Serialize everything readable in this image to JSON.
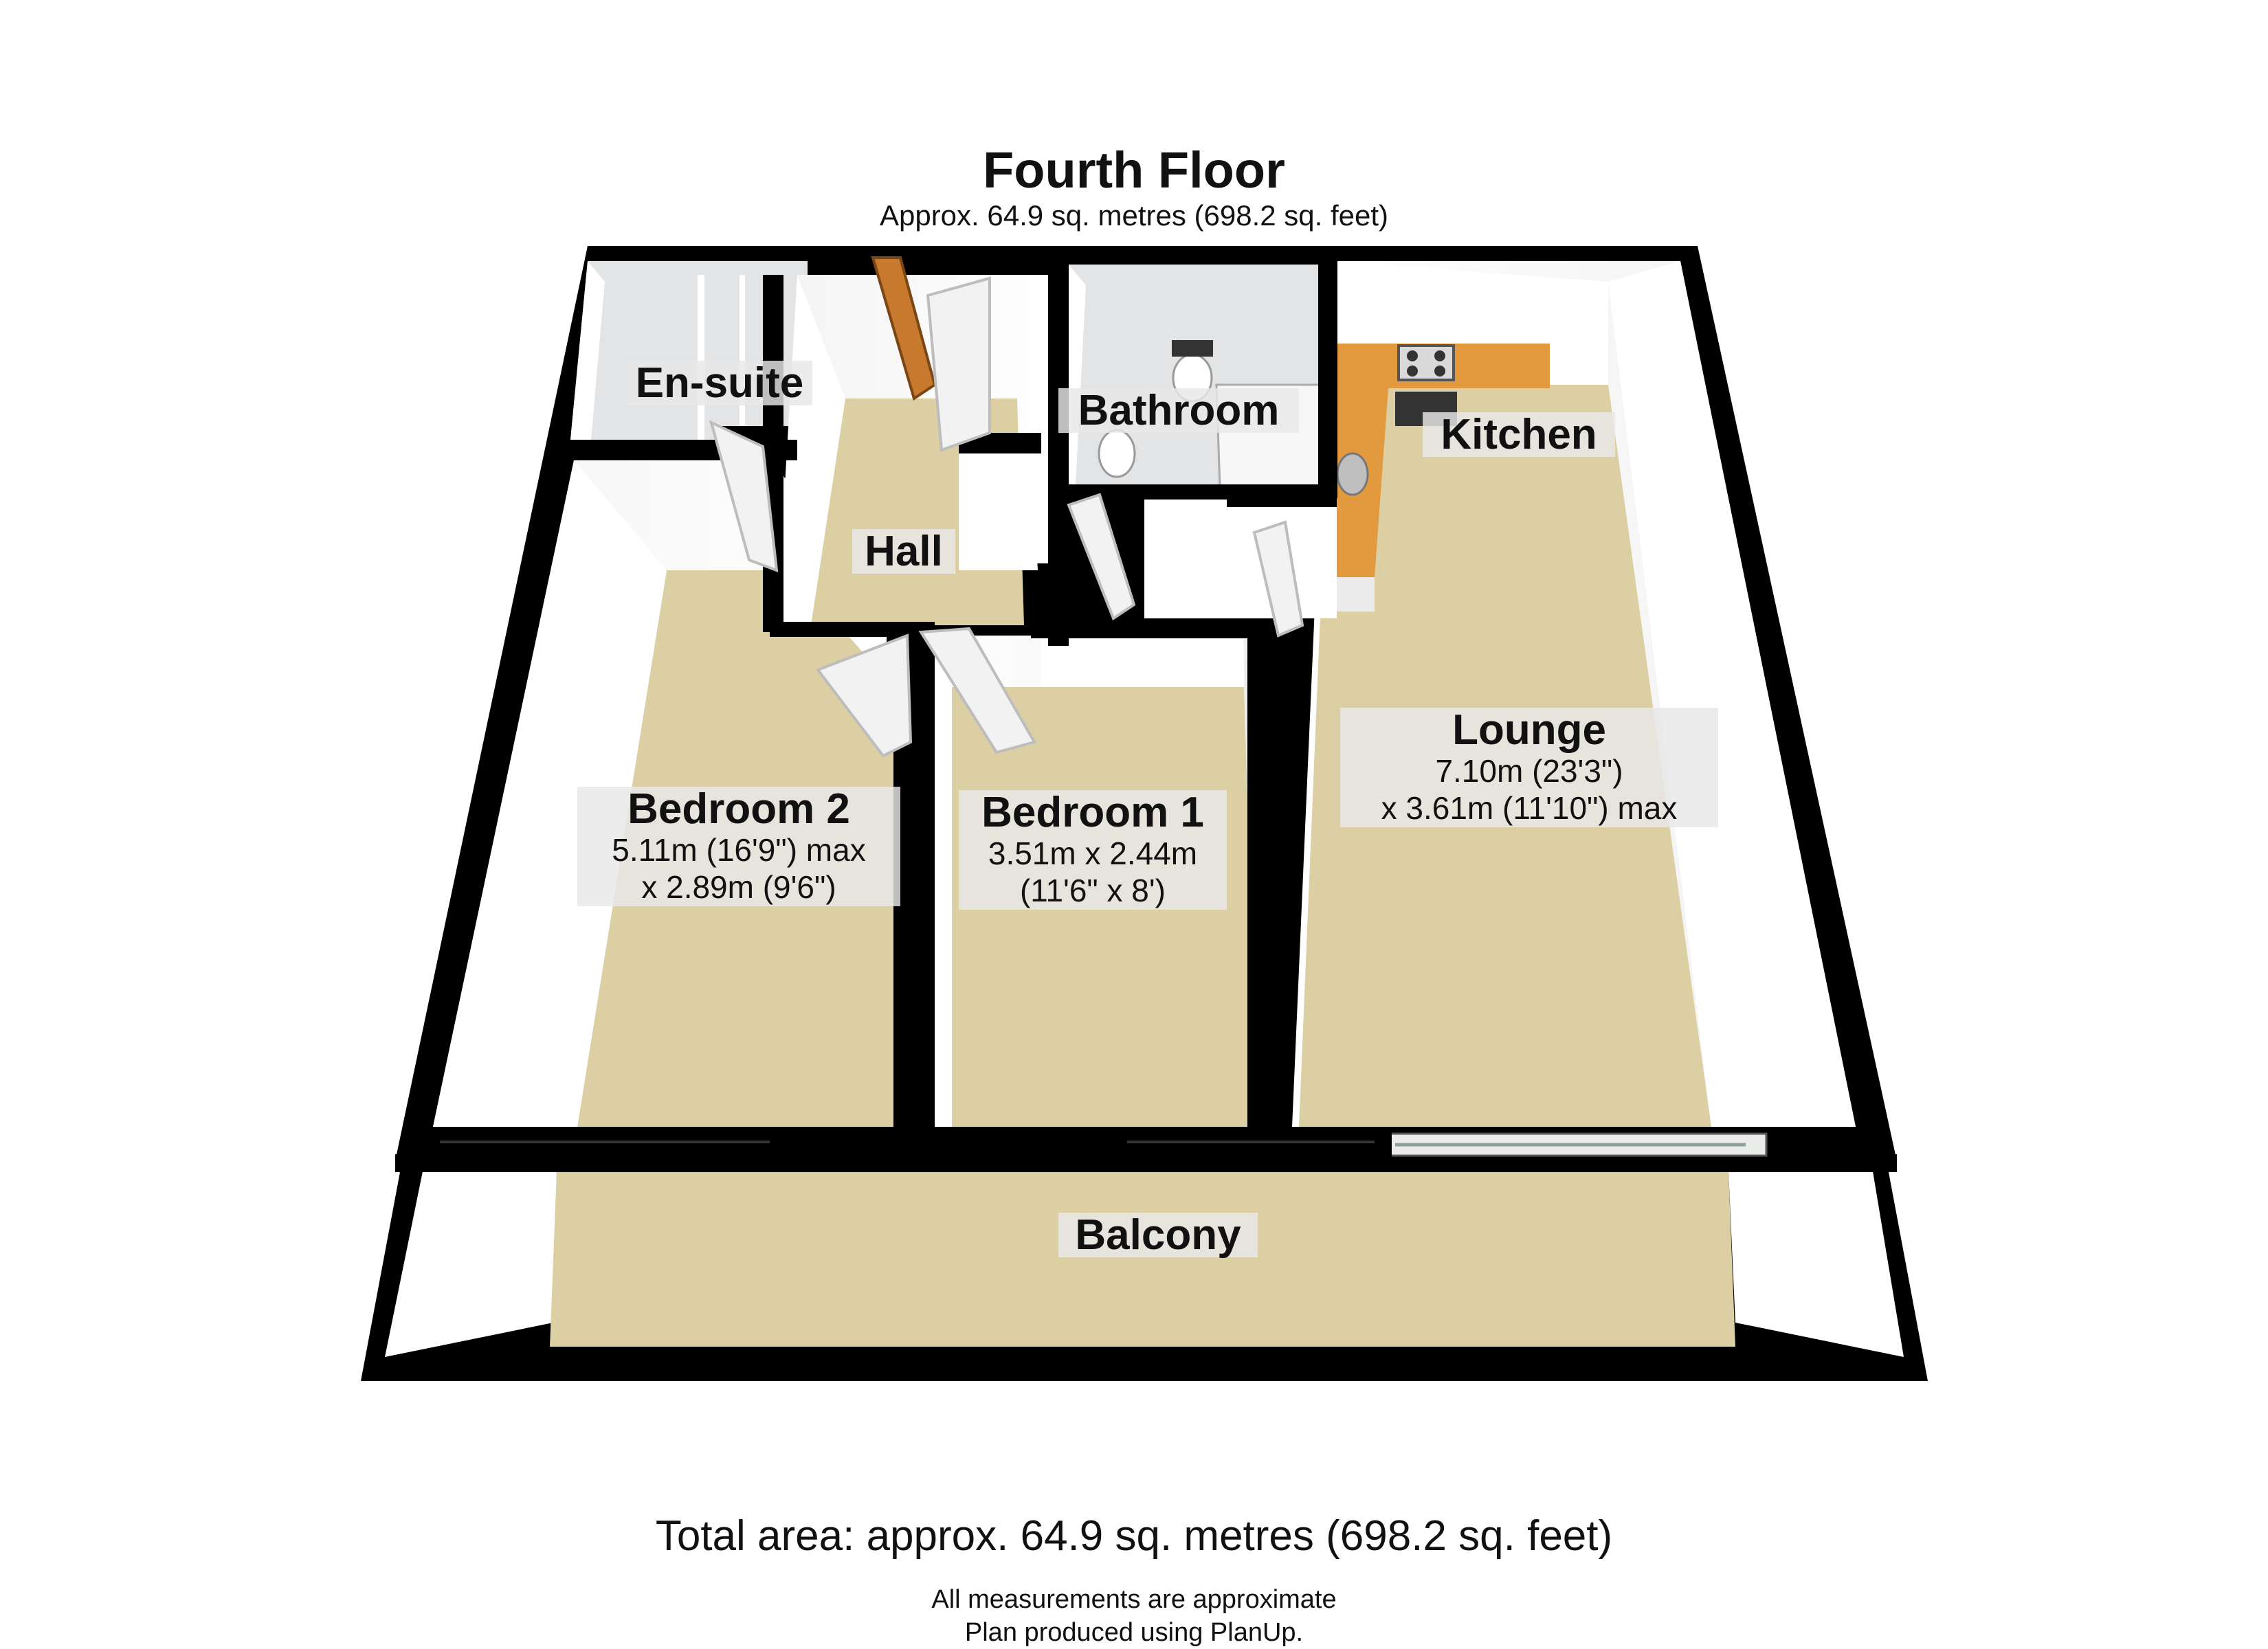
{
  "header": {
    "title": "Fourth Floor",
    "subtitle": "Approx. 64.9 sq. metres (698.2 sq. feet)"
  },
  "rooms": {
    "ensuite": {
      "name": "En-suite"
    },
    "bathroom": {
      "name": "Bathroom"
    },
    "kitchen": {
      "name": "Kitchen"
    },
    "hall": {
      "name": "Hall"
    },
    "lounge": {
      "name": "Lounge",
      "dim1": "7.10m (23'3\")",
      "dim2": "x 3.61m (11'10\") max"
    },
    "bedroom2": {
      "name": "Bedroom 2",
      "dim1": "5.11m (16'9\") max",
      "dim2": "x 2.89m (9'6\")"
    },
    "bedroom1": {
      "name": "Bedroom 1",
      "dim1": "3.51m x 2.44m",
      "dim2": "(11'6\" x 8')"
    },
    "balcony": {
      "name": "Balcony"
    }
  },
  "footer": {
    "total": "Total area: approx. 64.9 sq. metres (698.2 sq. feet)",
    "note1": "All measurements are approximate",
    "note2": "Plan produced using PlanUp."
  },
  "colors": {
    "carpet": "#dccfa4",
    "wall": "#000000",
    "wall_face": "#ffffff",
    "tile": "#e2e4e6",
    "worktop": "#e39a3e",
    "door": "#f2f2f2"
  }
}
